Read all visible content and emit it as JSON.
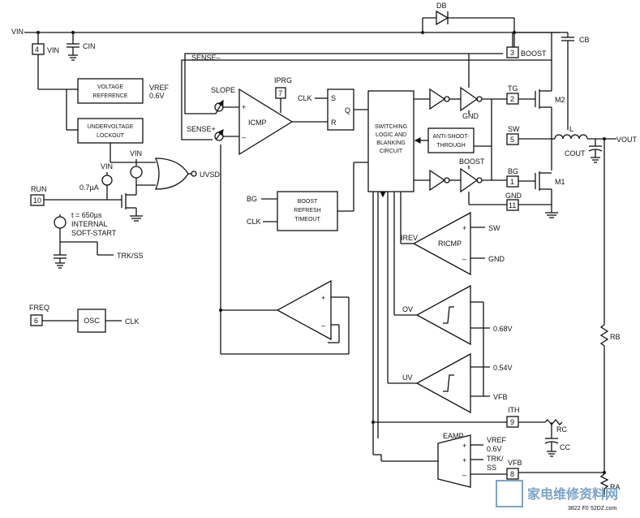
{
  "pins": {
    "vin": "4",
    "run": "10",
    "freq": "6",
    "ith": "9",
    "vfb": "8",
    "boost": "3",
    "tg": "2",
    "sw": "5",
    "bg": "1",
    "gnd": "11",
    "sense_prg": "7"
  },
  "labels": {
    "vin_top": "VIN",
    "vin_pin": "VIN",
    "cin": "CIN",
    "db": "DB",
    "cb": "CB",
    "voltage_reference": [
      "VOLTAGE",
      "REFERENCE"
    ],
    "vref_06": [
      "VREF",
      "0.6V"
    ],
    "undervoltage_lockout": [
      "UNDERVOLTAGE",
      "LOCKOUT"
    ],
    "vin_small1": "VIN",
    "vin_small2": "VIN",
    "current_07": "0.7µA",
    "uvsd": "UVSD",
    "run": "RUN",
    "soft_start": [
      "t = 650µs",
      "INTERNAL",
      "SOFT-START"
    ],
    "trk_ss": "TRK/SS",
    "freq": "FREQ",
    "osc": "OSC",
    "clk_out": "CLK",
    "sense_minus": "SENSE–",
    "sense_plus": "SENSE+",
    "slope": "SLOPE",
    "iprg": "IPRG",
    "icmp": "ICMP",
    "plus": "+",
    "minus": "–",
    "clk_s": "CLK",
    "s": "S",
    "r": "R",
    "q": "Q",
    "switching_logic": [
      "SWITCHING",
      "LOGIC AND",
      "BLANKING",
      "CIRCUIT"
    ],
    "anti_shoot": [
      "ANTI-SHOOT-",
      "THROUGH"
    ],
    "boost_pin": "BOOST",
    "boost2": "BOOST",
    "tg": "TG",
    "gnd_drv": "GND",
    "sw": "SW",
    "bg": "BG",
    "gnd": "GND",
    "m1": "M1",
    "m2": "M2",
    "l": "L",
    "vout": "VOUT",
    "cout": "COUT",
    "boost_refresh": [
      "BOOST",
      "REFRESH",
      "TIMEOUT"
    ],
    "bg_in": "BG",
    "clk_in": "CLK",
    "irev": "IREV",
    "ricmp": "RICMP",
    "sw_in": "SW",
    "gnd_in": "GND",
    "ov": "OV",
    "uv": "UV",
    "v068": "0.68V",
    "v054": "0.54V",
    "vfb_in": "VFB",
    "ith": "ITH",
    "rc": "RC",
    "cc": "CC",
    "eamp": "EAMP",
    "vref_eamp": [
      "VREF",
      "0.6V"
    ],
    "trk_ss_eamp": [
      "TRK/",
      "SS"
    ],
    "vfb_pin": "VFB",
    "rb": "RB",
    "ra": "RA",
    "fig_id": "3822 F0"
  },
  "watermark": {
    "text": "家电维修资料网",
    "url": "52DZ.com"
  }
}
